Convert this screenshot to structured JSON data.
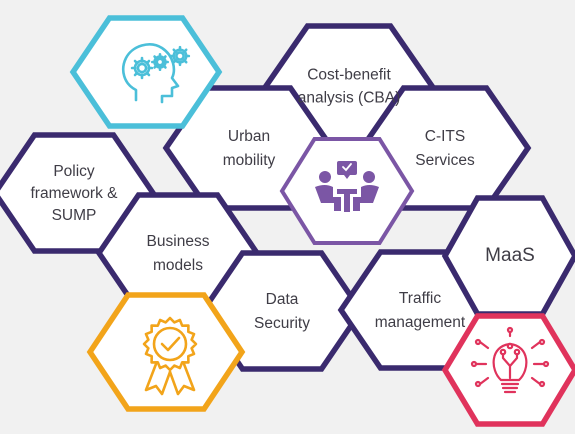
{
  "colors": {
    "background": "#f1f1f1",
    "hex_border": "#3a2a6e",
    "hex_fill": "#ffffff",
    "center_accent": "#7b56a5",
    "innovation_accent": "#4bbfd9",
    "quality_accent": "#f2a41a",
    "idea_accent": "#e0335c",
    "text": "#3f3d46"
  },
  "hexagons": [
    {
      "id": "hex-cost-benefit",
      "lines": [
        "Cost-benefit",
        "analysis (CBA)"
      ]
    },
    {
      "id": "hex-urban-mobility",
      "lines": [
        "Urban",
        "mobility"
      ]
    },
    {
      "id": "hex-c-its",
      "lines": [
        "C-ITS",
        "Services"
      ]
    },
    {
      "id": "hex-policy",
      "lines": [
        "Policy",
        "framework &",
        "SUMP"
      ]
    },
    {
      "id": "hex-business",
      "lines": [
        "Business",
        "models"
      ]
    },
    {
      "id": "hex-maas",
      "lines": [
        "MaaS"
      ]
    },
    {
      "id": "hex-data-security",
      "lines": [
        "Data",
        "Security"
      ]
    },
    {
      "id": "hex-traffic",
      "lines": [
        "Traffic",
        "management"
      ]
    }
  ],
  "icons": {
    "innovation": "head-gears-icon",
    "center": "collaboration-meeting-icon",
    "quality": "award-badge-checkmark-icon",
    "idea": "lightbulb-circuit-icon"
  }
}
